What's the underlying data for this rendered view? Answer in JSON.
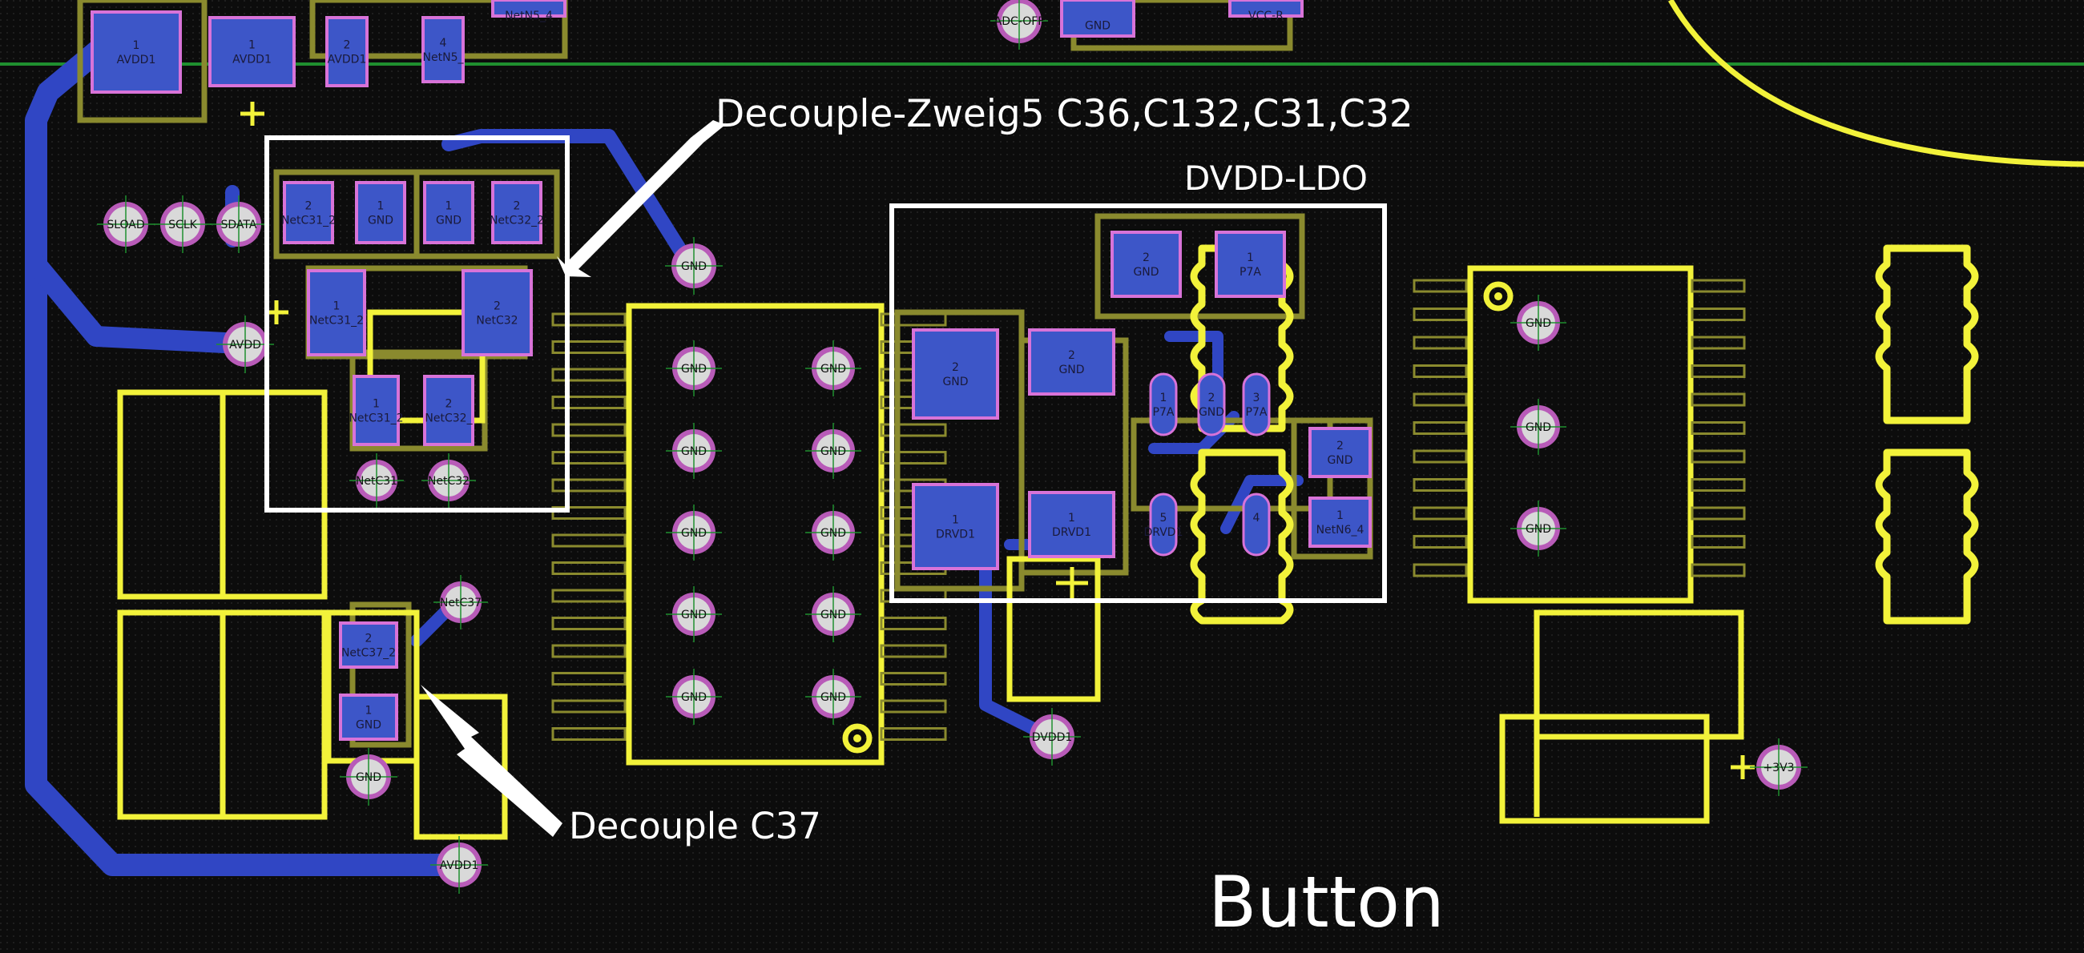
{
  "annotations": {
    "decouple_zweig5": "Decouple-Zweig5 C36,C132,C31,C32",
    "dvdd_ldo": "DVDD-LDO",
    "decouple_c37": "Decouple C37",
    "button": "Button"
  },
  "colors": {
    "background": "#0c0c0c",
    "grid": "#2a2a2a",
    "silkscreen": "#f2f23a",
    "copper_trace": "#3046c4",
    "pad_fill": "#3d56c8",
    "pad_border": "#d873d8",
    "component_outline": "#8a8a2e",
    "via_ring": "#b85bb8",
    "via_fill": "#d9d9d9",
    "board_line": "#1f8f2f",
    "annotation": "#ffffff"
  },
  "pads": [
    {
      "id": "p-avdd1-a",
      "num": "1",
      "net": "AVDD1"
    },
    {
      "id": "p-avdd1-b",
      "num": "1",
      "net": "AVDD1"
    },
    {
      "id": "p-avdd1-c",
      "num": "2",
      "net": "AVDD1"
    },
    {
      "id": "p-netn5-a",
      "num": "4",
      "net": "NetN5_"
    },
    {
      "id": "p-netn5-top",
      "num": "",
      "net": "NetN5_4"
    },
    {
      "id": "p-gnd-top",
      "num": "",
      "net": "GND"
    },
    {
      "id": "p-vccr-top",
      "num": "",
      "net": "VCC-R"
    },
    {
      "id": "p-c31-2",
      "num": "2",
      "net": "NetC31_2"
    },
    {
      "id": "p-gnd-1a",
      "num": "1",
      "net": "GND"
    },
    {
      "id": "p-gnd-1b",
      "num": "1",
      "net": "GND"
    },
    {
      "id": "p-c32-2",
      "num": "2",
      "net": "NetC32_2"
    },
    {
      "id": "p-c31-1",
      "num": "1",
      "net": "NetC31_2"
    },
    {
      "id": "p-c32-1",
      "num": "2",
      "net": "NetC32"
    },
    {
      "id": "p-c31-b",
      "num": "1",
      "net": "NetC31_2"
    },
    {
      "id": "p-c32-b",
      "num": "2",
      "net": "NetC32_"
    },
    {
      "id": "p-ldo-gnd-a",
      "num": "2",
      "net": "GND"
    },
    {
      "id": "p-ldo-p7a",
      "num": "1",
      "net": "P7A"
    },
    {
      "id": "p-ldo-gnd-b",
      "num": "2",
      "net": "GND"
    },
    {
      "id": "p-ldo-gnd-c",
      "num": "2",
      "net": "GND"
    },
    {
      "id": "p-ldo-drvd1-a",
      "num": "1",
      "net": "DRVD1"
    },
    {
      "id": "p-ldo-drvd1-b",
      "num": "1",
      "net": "DRVD1"
    },
    {
      "id": "p-ldo-gnd-d",
      "num": "2",
      "net": "GND"
    },
    {
      "id": "p-ldo-netn6",
      "num": "1",
      "net": "NetN6_4"
    },
    {
      "id": "p-c37-2",
      "num": "2",
      "net": "NetC37_2"
    },
    {
      "id": "p-c37-1",
      "num": "1",
      "net": "GND"
    }
  ],
  "small_pads": [
    {
      "id": "sp-1",
      "num": "1",
      "net": "P7A"
    },
    {
      "id": "sp-2",
      "num": "2",
      "net": "GND"
    },
    {
      "id": "sp-3",
      "num": "3",
      "net": "P7A"
    },
    {
      "id": "sp-5",
      "num": "5",
      "net": "DRVD1"
    },
    {
      "id": "sp-4",
      "num": "4",
      "net": ""
    }
  ],
  "vias": [
    {
      "id": "v-adcoff",
      "net": "ADC-OFF"
    },
    {
      "id": "v-sload",
      "net": "SLOAD"
    },
    {
      "id": "v-sclk",
      "net": "SCLK"
    },
    {
      "id": "v-sdata",
      "net": "SDATA"
    },
    {
      "id": "v-avdd",
      "net": "AVDD"
    },
    {
      "id": "v-gnd-top",
      "net": "GND"
    },
    {
      "id": "v-netc31",
      "net": "NetC31"
    },
    {
      "id": "v-netc32",
      "net": "NetC32"
    },
    {
      "id": "v-gnd-l1",
      "net": "GND"
    },
    {
      "id": "v-gnd-l2",
      "net": "GND"
    },
    {
      "id": "v-gnd-l3",
      "net": "GND"
    },
    {
      "id": "v-gnd-l4",
      "net": "GND"
    },
    {
      "id": "v-gnd-l5",
      "net": "GND"
    },
    {
      "id": "v-gnd-r1",
      "net": "GND"
    },
    {
      "id": "v-gnd-r2",
      "net": "GND"
    },
    {
      "id": "v-gnd-r3",
      "net": "GND"
    },
    {
      "id": "v-gnd-r4",
      "net": "GND"
    },
    {
      "id": "v-gnd-r5",
      "net": "GND"
    },
    {
      "id": "v-netc37",
      "net": "NetC37"
    },
    {
      "id": "v-gnd-c37",
      "net": "GND"
    },
    {
      "id": "v-avdd1-bot",
      "net": "AVDD1"
    },
    {
      "id": "v-dvdd1",
      "net": "DVDD1"
    },
    {
      "id": "v-gnd-ic1",
      "net": "GND"
    },
    {
      "id": "v-gnd-ic2",
      "net": "GND"
    },
    {
      "id": "v-gnd-ic3",
      "net": "GND"
    },
    {
      "id": "v-3v3",
      "net": "+3V3"
    }
  ]
}
